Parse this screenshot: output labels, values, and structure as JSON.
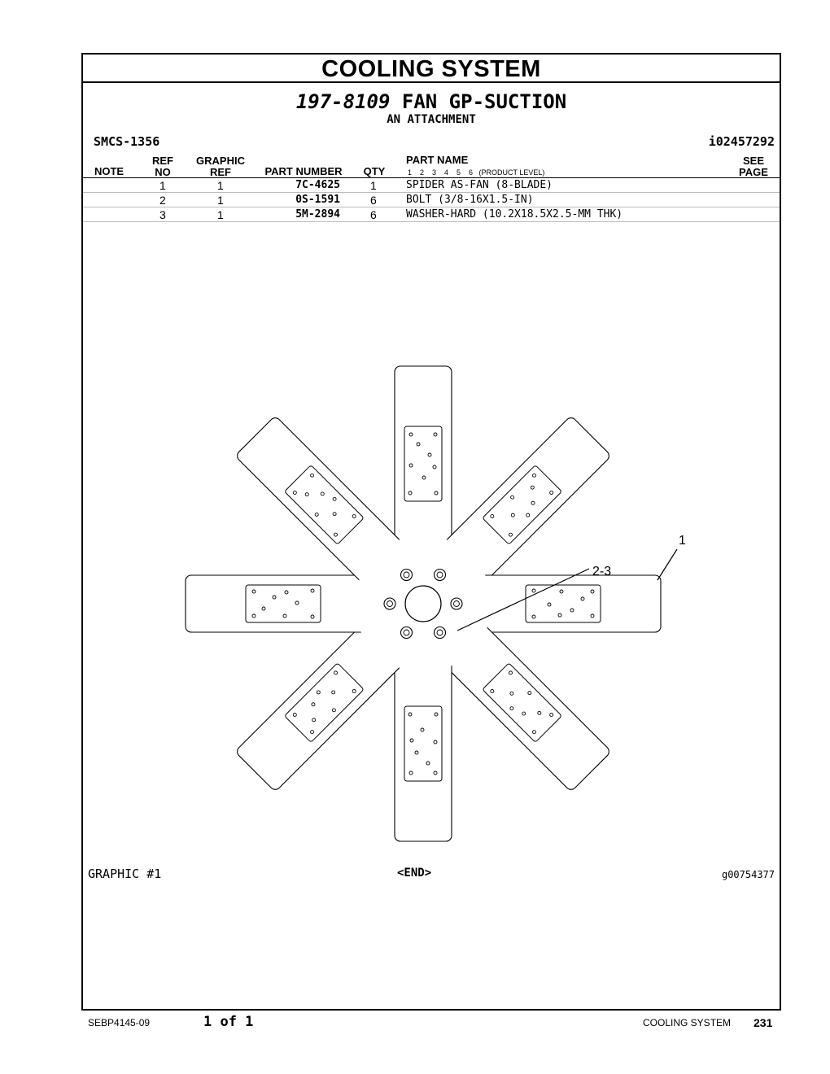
{
  "header": {
    "section_title": "COOLING SYSTEM"
  },
  "group": {
    "number": "197-8109",
    "name": "FAN GP-SUCTION",
    "subtitle": "AN ATTACHMENT",
    "smcs": "SMCS-1356",
    "illustration_id": "i02457292"
  },
  "columns": {
    "note": "NOTE",
    "ref_no_1": "REF",
    "ref_no_2": "NO",
    "graphic_ref_1": "GRAPHIC",
    "graphic_ref_2": "REF",
    "part_number": "PART NUMBER",
    "qty": "QTY",
    "part_name": "PART NAME",
    "levels": "1    2    3    4    5    6   (PRODUCT LEVEL)",
    "see_page_1": "SEE",
    "see_page_2": "PAGE"
  },
  "parts": [
    {
      "ref_no": "1",
      "graphic_ref": "1",
      "part_number": "7C-4625",
      "qty": "1",
      "part_name": "SPIDER AS-FAN (8-BLADE)"
    },
    {
      "ref_no": "2",
      "graphic_ref": "1",
      "part_number": "0S-1591",
      "qty": "6",
      "part_name": "BOLT (3/8-16X1.5-IN)"
    },
    {
      "ref_no": "3",
      "graphic_ref": "1",
      "part_number": "5M-2894",
      "qty": "6",
      "part_name": "WASHER-HARD (10.2X18.5X2.5-MM THK)"
    }
  ],
  "illustration": {
    "callout_bolts": "2-3",
    "callout_spider": "1",
    "blade_count": 8,
    "bolt_count": 6
  },
  "graphic_footer": {
    "label": "GRAPHIC #1",
    "end": "<END>",
    "graphic_number": "g00754377"
  },
  "footer": {
    "doc_number": "SEBP4145-09",
    "page_of": "1 of 1",
    "section": "COOLING SYSTEM",
    "page_number": "231"
  }
}
